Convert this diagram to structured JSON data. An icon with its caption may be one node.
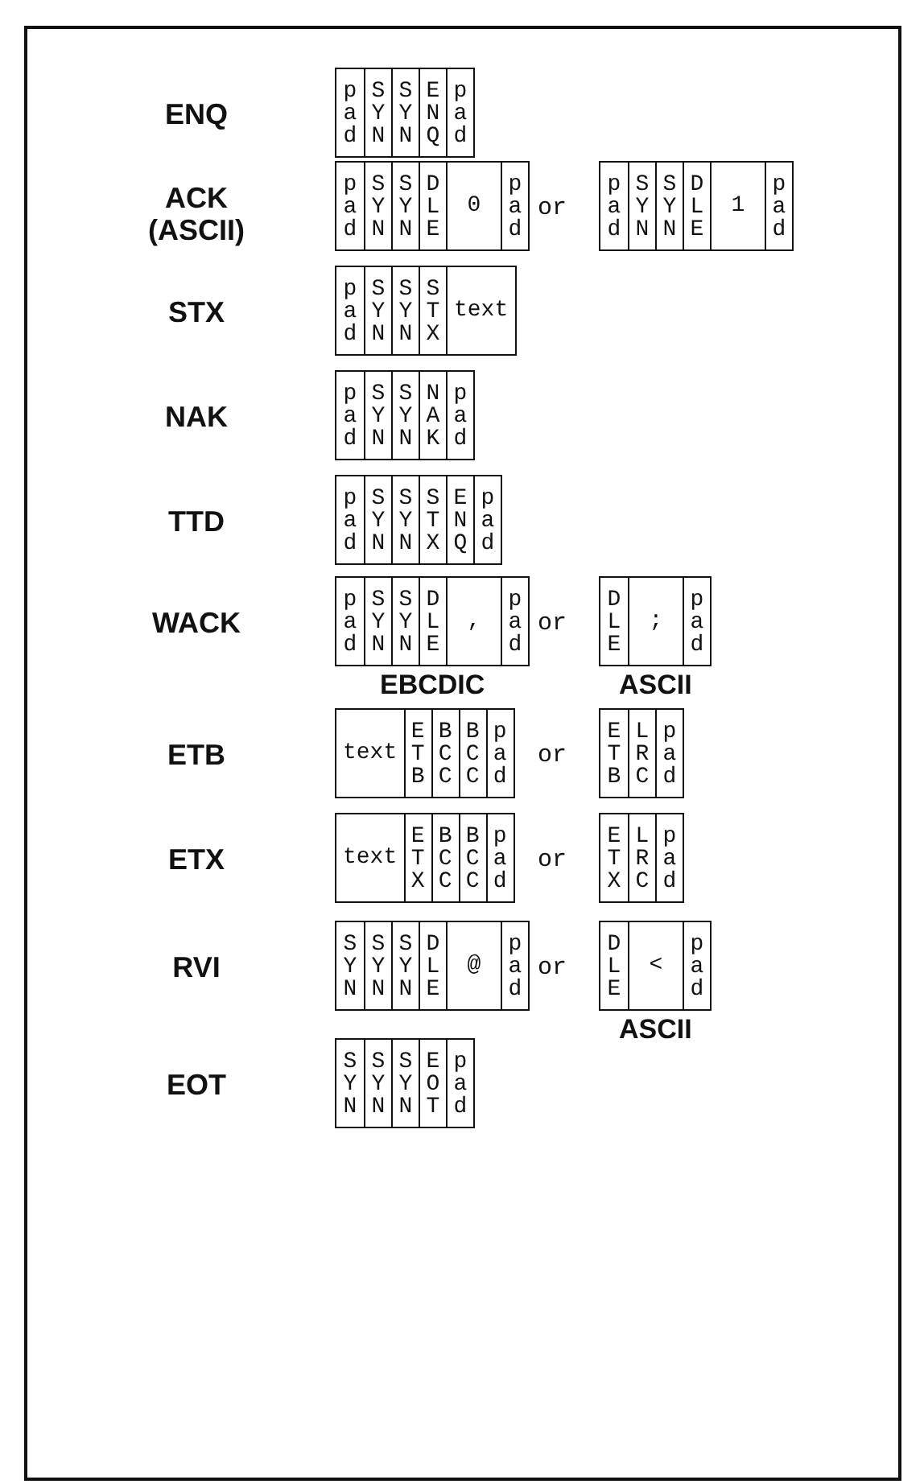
{
  "diagram": {
    "nodes": [
      {
        "text": [],
        "shape": "box"
      },
      {
        "text": [
          "pad"
        ],
        "in": 0
      },
      {
        "text": [
          "SYN"
        ],
        "in": 0
      },
      {
        "text": [
          "SYN"
        ],
        "in": 0
      },
      {
        "text": [
          "ENQ"
        ],
        "in": 0
      },
      {
        "text": [
          "pad"
        ],
        "in": 0
      },
      {
        "text": [],
        "shape": "box"
      },
      {
        "text": [
          "pad"
        ],
        "in": 6
      },
      {
        "text": [
          "SYN"
        ],
        "in": 6
      },
      {
        "text": [
          "SYN"
        ],
        "in": 6
      },
      {
        "text": [
          "DLE"
        ],
        "in": 6
      },
      {
        "text": [
          "0"
        ],
        "in": 6
      },
      {
        "text": [
          "pad"
        ],
        "in": 6
      },
      {
        "text": [],
        "shape": "box"
      },
      {
        "text": [
          "pad"
        ],
        "in": 13
      },
      {
        "text": [
          "SYN"
        ],
        "in": 13
      },
      {
        "text": [
          "SYN"
        ],
        "in": 13
      },
      {
        "text": [
          "DLE"
        ],
        "in": 13
      },
      {
        "text": [
          "1"
        ],
        "in": 13
      },
      {
        "text": [
          "pad"
        ],
        "in": 13
      },
      {
        "text": [],
        "shape": "box"
      },
      {
        "text": [
          "pad"
        ],
        "in": 20
      },
      {
        "text": [
          "SYN"
        ],
        "in": 20
      },
      {
        "text": [
          "SYN"
        ],
        "in": 20
      },
      {
        "text": [
          "STX"
        ],
        "in": 20
      },
      {
        "text": [
          "text"
        ],
        "in": 20
      },
      {
        "text": [],
        "shape": "box"
      },
      {
        "text": [
          "pad"
        ],
        "in": 26
      },
      {
        "text": [
          "SYN"
        ],
        "in": 26
      },
      {
        "text": [
          "SYN"
        ],
        "in": 26
      },
      {
        "text": [
          "NAK"
        ],
        "in": 26
      },
      {
        "text": [
          "pad"
        ],
        "in": 26
      },
      {
        "text": [],
        "shape": "box"
      },
      {
        "text": [
          "pad"
        ],
        "in": 32
      },
      {
        "text": [
          "SYN"
        ],
        "in": 32
      },
      {
        "text": [
          "SYN"
        ],
        "in": 32
      },
      {
        "text": [
          "STX"
        ],
        "in": 32
      },
      {
        "text": [
          "ENQ"
        ],
        "in": 32
      },
      {
        "text": [
          "pad"
        ],
        "in": 32
      },
      {
        "text": [],
        "shape": "box"
      },
      {
        "text": [
          "pad"
        ],
        "in": 39
      },
      {
        "text": [
          "SYN"
        ],
        "in": 39
      },
      {
        "text": [
          "SYN"
        ],
        "in": 39
      },
      {
        "text": [
          "DLE"
        ],
        "in": 39
      },
      {
        "text": [
          ","
        ],
        "in": 39
      },
      {
        "text": [
          "pad"
        ],
        "in": 39
      },
      {
        "text": [],
        "shape": "box"
      },
      {
        "text": [
          "DLE"
        ],
        "in": 46
      },
      {
        "text": [
          ";"
        ],
        "in": 46
      },
      {
        "text": [
          "pad"
        ],
        "in": 46
      },
      {
        "text": [],
        "shape": "box"
      },
      {
        "text": [
          "text"
        ],
        "in": 50
      },
      {
        "text": [
          "ETB"
        ],
        "in": 50
      },
      {
        "text": [
          "BCC"
        ],
        "in": 50
      },
      {
        "text": [
          "BCC"
        ],
        "in": 50
      },
      {
        "text": [
          "pad"
        ],
        "in": 50
      },
      {
        "text": [],
        "shape": "box"
      },
      {
        "text": [
          "ETB"
        ],
        "in": 56
      },
      {
        "text": [
          "LRC"
        ],
        "in": 56
      },
      {
        "text": [
          "pad"
        ],
        "in": 56
      },
      {
        "text": [],
        "shape": "box"
      },
      {
        "text": [
          "text"
        ],
        "in": 60
      },
      {
        "text": [
          "ETX"
        ],
        "in": 60
      },
      {
        "text": [
          "BCC"
        ],
        "in": 60
      },
      {
        "text": [
          "BCC"
        ],
        "in": 60
      },
      {
        "text": [
          "pad"
        ],
        "in": 60
      },
      {
        "text": [],
        "shape": "box"
      },
      {
        "text": [
          "ETX"
        ],
        "in": 66
      },
      {
        "text": [
          "LRC"
        ],
        "in": 66
      },
      {
        "text": [
          "pad"
        ],
        "in": 66
      },
      {
        "text": [],
        "shape": "box"
      },
      {
        "text": [
          "SYN"
        ],
        "in": 70
      },
      {
        "text": [
          "SYN"
        ],
        "in": 70
      },
      {
        "text": [
          "SYN"
        ],
        "in": 70
      },
      {
        "text": [
          "DLE"
        ],
        "in": 70
      },
      {
        "text": [
          "@"
        ],
        "in": 70
      },
      {
        "text": [
          "pad"
        ],
        "in": 70
      },
      {
        "text": [],
        "shape": "box"
      },
      {
        "text": [
          "DLE"
        ],
        "in": 77
      },
      {
        "text": [
          "<"
        ],
        "in": 77
      },
      {
        "text": [
          "pad"
        ],
        "in": 77
      },
      {
        "text": [],
        "shape": "box"
      },
      {
        "text": [
          "SYN"
        ],
        "in": 81
      },
      {
        "text": [
          "SYN"
        ],
        "in": 81
      },
      {
        "text": [
          "SYN"
        ],
        "in": 81
      },
      {
        "text": [
          "EOT"
        ],
        "in": 81
      },
      {
        "text": [
          "pad"
        ],
        "in": 81
      }
    ],
    "labels": [
      "ENQ",
      "ACK (ASCII)",
      "or",
      "STX",
      "NAK",
      "TTD",
      "WACK",
      "or",
      "EBCDIC",
      "ASCII",
      "ETB",
      "or",
      "ETX",
      "or",
      "RVI",
      "or",
      "ASCII",
      "EOT"
    ]
  }
}
